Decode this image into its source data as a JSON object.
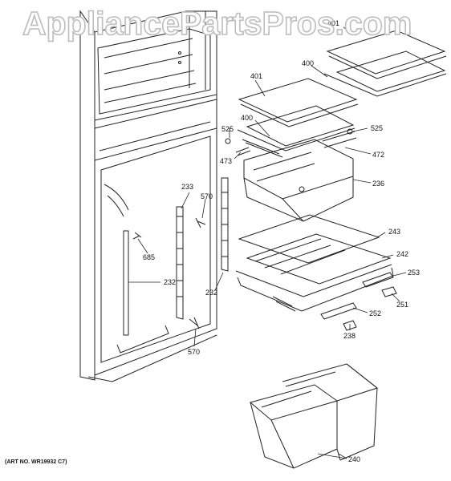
{
  "watermark": "AppliancePartsPros.com",
  "art_number": "(ART NO. WR19932 C7)",
  "callouts": [
    {
      "id": "401",
      "text": "401"
    },
    {
      "id": "400",
      "text": "400"
    },
    {
      "id": "401b",
      "text": "401"
    },
    {
      "id": "400b",
      "text": "400"
    },
    {
      "id": "525a",
      "text": "525"
    },
    {
      "id": "525b",
      "text": "525"
    },
    {
      "id": "472",
      "text": "472"
    },
    {
      "id": "473",
      "text": "473"
    },
    {
      "id": "236",
      "text": "236"
    },
    {
      "id": "233",
      "text": "233"
    },
    {
      "id": "570a",
      "text": "570"
    },
    {
      "id": "685",
      "text": "685"
    },
    {
      "id": "243",
      "text": "243"
    },
    {
      "id": "242",
      "text": "242"
    },
    {
      "id": "253",
      "text": "253"
    },
    {
      "id": "232a",
      "text": "232"
    },
    {
      "id": "232b",
      "text": "232"
    },
    {
      "id": "251",
      "text": "251"
    },
    {
      "id": "252",
      "text": "252"
    },
    {
      "id": "238",
      "text": "238"
    },
    {
      "id": "570b",
      "text": "570"
    },
    {
      "id": "240",
      "text": "240"
    }
  ]
}
